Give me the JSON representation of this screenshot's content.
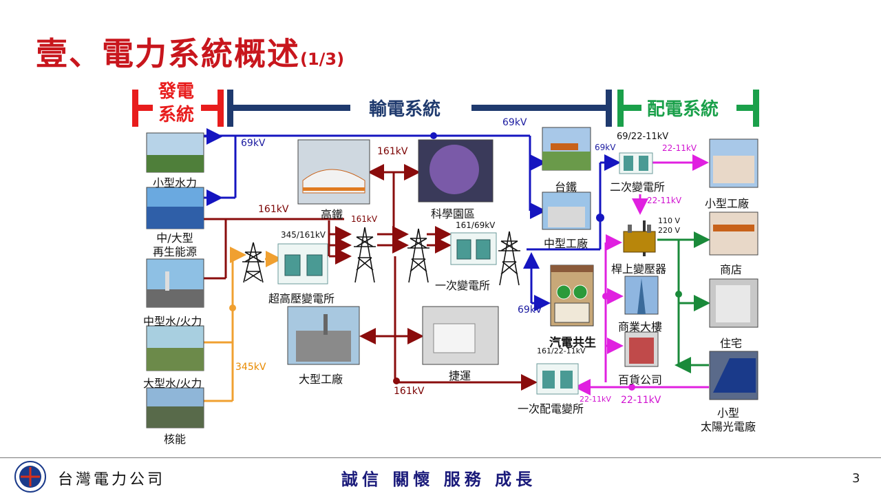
{
  "title": {
    "main": "壹、電力系統概述",
    "sub": "(1/3)"
  },
  "sections": {
    "generation": "發電\n系統",
    "transmission": "輸電系統",
    "distribution": "配電系統"
  },
  "sources": {
    "small_hydro": "小型水力",
    "renewables": "中/大型\n再生能源",
    "mid_thermal": "中型水/火力",
    "large_thermal": "大型水/火力",
    "nuclear": "核能"
  },
  "nodes": {
    "hsr": "高鐵",
    "science_park": "科學園區",
    "tra": "台鐵",
    "medium_factory": "中型工廠",
    "ehv_substation": "超高壓變電所",
    "primary_substation": "一次變電所",
    "cogeneration": "汽電共生",
    "large_factory": "大型工廠",
    "mrt": "捷運",
    "secondary_substation": "二次變電所",
    "pole_transformer": "桿上變壓器",
    "small_factory": "小型工廠",
    "shop": "商店",
    "residence": "住宅",
    "commercial_building": "商業大樓",
    "department_store": "百貨公司",
    "primary_distribution_substation": "一次配電變所",
    "small_solar": "小型\n太陽光電廠"
  },
  "voltages": {
    "v69_top": "69kV",
    "v69_left": "69kV",
    "v69_right": "69kV",
    "v69_cogen": "69kV",
    "v161_upper": "161kV",
    "v161_left": "161kV",
    "v161_tower": "161kV",
    "v161_bottom": "161kV",
    "v345_label": "345kV",
    "v345_161": "345/161kV",
    "v161_69": "161/69kV",
    "v69_22_11": "69/22-11kV",
    "v22_11_a": "22-11kV",
    "v22_11_b": "22-11kV",
    "v22_11_c": "22-11kV",
    "v22_11_d": "22-11kV",
    "v161_22_11": "161/22-11kV",
    "v110": "110 V",
    "v220": "220 V"
  },
  "footer": {
    "company": "台灣電力公司",
    "slogan": "誠信 關懷 服務 成長",
    "page": "3"
  },
  "colors": {
    "title_red": "#c8161d",
    "generation_red": "#e81c1c",
    "transmission_navy": "#1f3a6e",
    "distribution_green": "#1aa04a",
    "line_blue": "#1515c0",
    "line_darkred": "#8a0c0c",
    "line_orange": "#f0a030",
    "line_magenta": "#e020e0",
    "line_green": "#1a8a3a"
  }
}
